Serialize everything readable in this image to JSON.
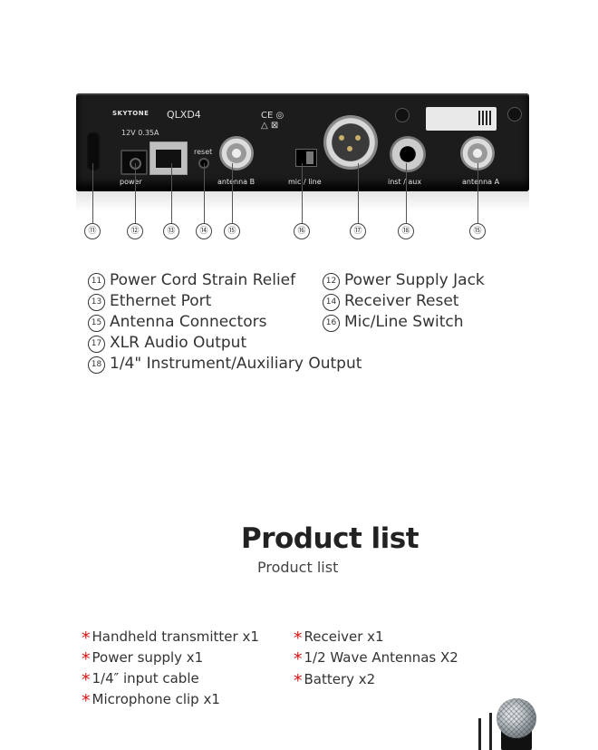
{
  "device": {
    "brand": "SKYTONE",
    "model": "QLXD4",
    "rating": "12V 0.35A",
    "reset": "reset",
    "ports": {
      "power": "power",
      "antenna_b": "antenna B",
      "mic_line": "mic / line",
      "inst_aux": "inst / aux",
      "antenna_a": "antenna A"
    },
    "callouts": [
      "⑪",
      "⑫",
      "⑬",
      "⑭",
      "⑮",
      "⑯",
      "⑰",
      "⑱",
      "⑮"
    ]
  },
  "legend": [
    {
      "num": "11",
      "label": "Power Cord Strain Relief"
    },
    {
      "num": "12",
      "label": "Power Supply Jack"
    },
    {
      "num": "13",
      "label": "Ethernet Port"
    },
    {
      "num": "14",
      "label": "Receiver Reset"
    },
    {
      "num": "15",
      "label": "Antenna Connectors"
    },
    {
      "num": "16",
      "label": "Mic/Line Switch"
    },
    {
      "num": "17",
      "label": "XLR Audio Output"
    },
    {
      "num": "18",
      "label": "1/4\" Instrument/Auxiliary Output"
    }
  ],
  "product_list": {
    "title": "Product list",
    "subtitle": "Product list",
    "left_items": [
      "Handheld transmitter x1",
      "Power supply x1",
      "1/4″   input cable",
      "Microphone clip x1"
    ],
    "right_items": [
      "Receiver x1",
      "1/2 Wave Antennas X2",
      "Battery x2"
    ],
    "bullet": "*"
  }
}
